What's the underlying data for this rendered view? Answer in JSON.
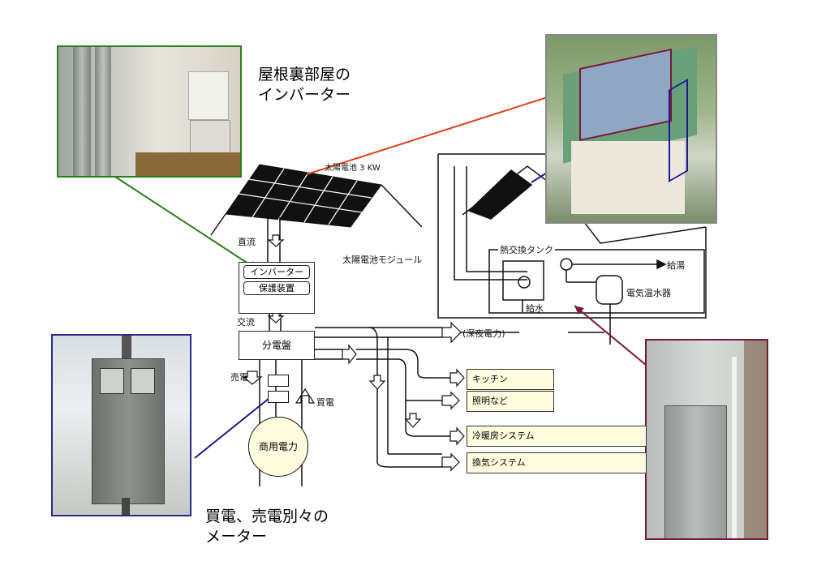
{
  "captions": {
    "inverter_line1": "屋根裏部屋の",
    "inverter_line2": "インバーター",
    "meter_line1": "買電、売電別々の",
    "meter_line2": "メーター"
  },
  "diagram": {
    "solar_title": "太陽電池 3 KW",
    "solar_module": "太陽電池モジュール",
    "dc": "直流",
    "inverter": "インバーター",
    "protection": "保護装置",
    "ac": "交流",
    "distribution_board": "分電盤",
    "sell": "売電",
    "buy": "買電",
    "commercial_power": "商用電力",
    "late_night": "(深夜電力)",
    "heat_tank": "熱交換タンク",
    "hot_supply": "給湯",
    "water_heater": "電気温水器",
    "water_supply": "給水",
    "loads": [
      "キッチン",
      "照明など",
      "冷暖房システム",
      "換気システム"
    ]
  },
  "colors": {
    "inverter_photo_frame": "#2e7d1e",
    "meter_photo_frame": "#2a2a8c",
    "house_photo_frame": "#6b6b6b",
    "heater_photo_frame": "#7a1838",
    "red_connector": "#e0401a",
    "blue_connector": "#1a1a8c"
  }
}
